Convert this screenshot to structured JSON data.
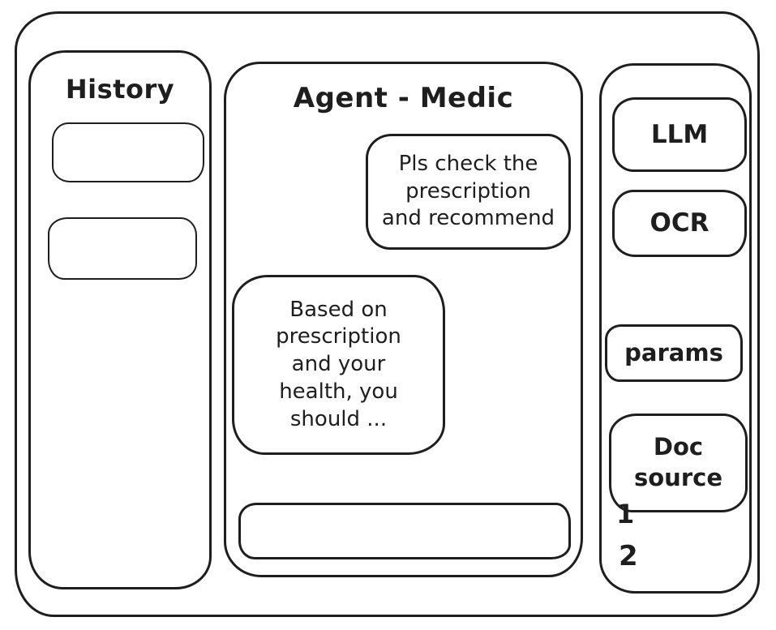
{
  "colors": {
    "ink": "#1e1e1e",
    "background": "#ffffff"
  },
  "left_panel": {
    "title": "History",
    "items": [
      {
        "label": ""
      },
      {
        "label": ""
      }
    ]
  },
  "chat_panel": {
    "title": "Agent - Medic",
    "messages": [
      {
        "role": "user",
        "text": "Pls check the\nprescription\nand recommend"
      },
      {
        "role": "agent",
        "text": "Based on\nprescription\nand your\nhealth, you\nshould ..."
      }
    ],
    "input": {
      "value": ""
    }
  },
  "right_panel": {
    "tools": [
      {
        "label": "LLM"
      },
      {
        "label": "OCR"
      },
      {
        "label": "params"
      },
      {
        "label": "Doc source"
      }
    ],
    "annotations": [
      "1",
      "2"
    ]
  }
}
